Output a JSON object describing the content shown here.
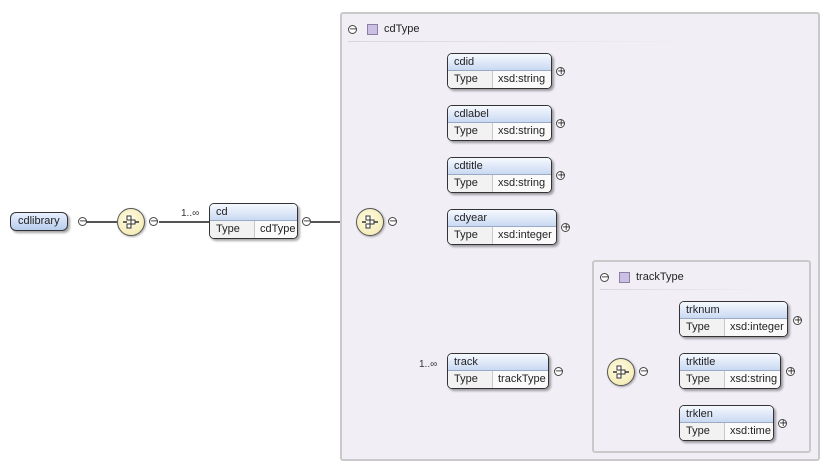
{
  "root": {
    "name": "cdlibrary"
  },
  "cd": {
    "name": "cd",
    "type_label": "Type",
    "type_value": "cdType",
    "cardinality": "1..∞"
  },
  "cdType": {
    "title": "cdType",
    "elements": [
      {
        "name": "cdid",
        "type_label": "Type",
        "type_value": "xsd:string"
      },
      {
        "name": "cdlabel",
        "type_label": "Type",
        "type_value": "xsd:string"
      },
      {
        "name": "cdtitle",
        "type_label": "Type",
        "type_value": "xsd:string"
      },
      {
        "name": "cdyear",
        "type_label": "Type",
        "type_value": "xsd:integer"
      }
    ],
    "track": {
      "name": "track",
      "type_label": "Type",
      "type_value": "trackType",
      "cardinality": "1..∞"
    }
  },
  "trackType": {
    "title": "trackType",
    "elements": [
      {
        "name": "trknum",
        "type_label": "Type",
        "type_value": "xsd:integer"
      },
      {
        "name": "trktitle",
        "type_label": "Type",
        "type_value": "xsd:string"
      },
      {
        "name": "trklen",
        "type_label": "Type",
        "type_value": "xsd:time"
      }
    ]
  },
  "controls": {
    "collapse": "−",
    "expand": "+"
  },
  "icons": {
    "compositor": "sequence-compositor-icon",
    "type_swatch": "complex-type-icon"
  },
  "colors": {
    "element_header": "#c9d9f2",
    "type_box": "#f1eef6",
    "compositor": "#f1e6a6",
    "swatch": "#cbbfe3"
  }
}
